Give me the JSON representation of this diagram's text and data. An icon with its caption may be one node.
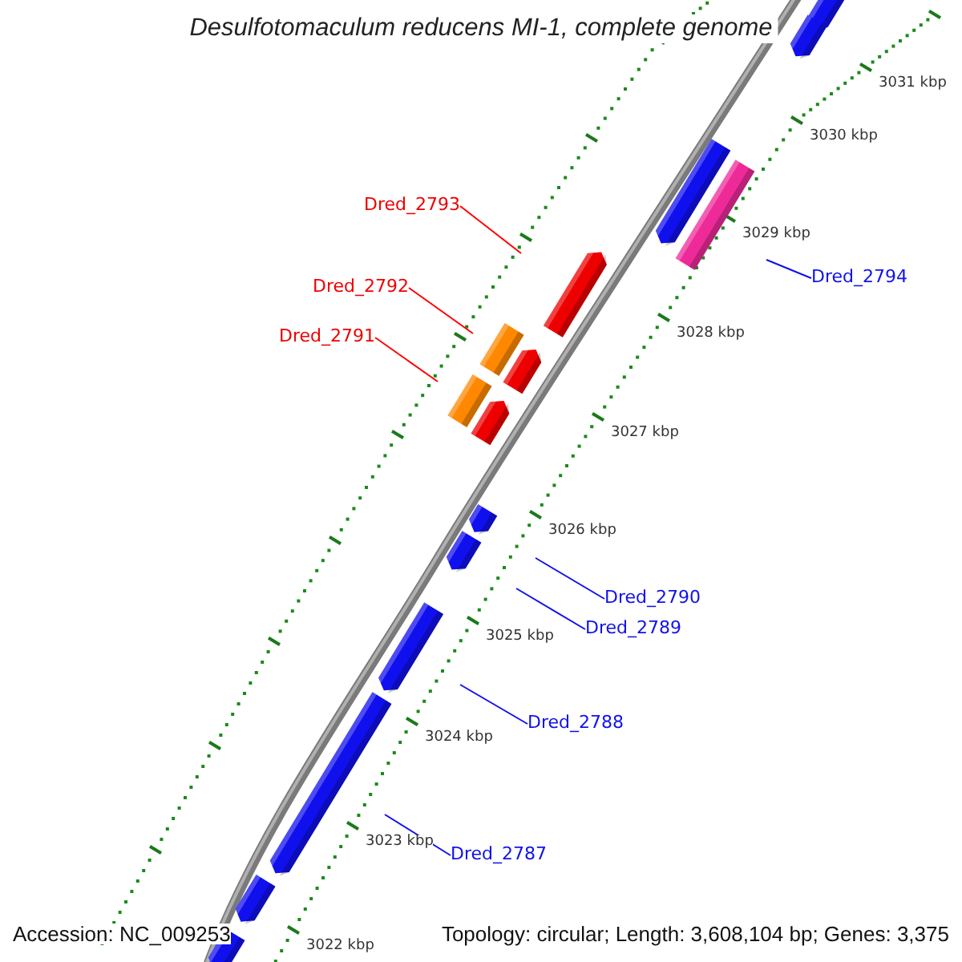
{
  "diagram": {
    "title": "Desulfotomaculum reducens MI-1, complete genome",
    "nodes": [
      {
        "text": [
          "Dred_2793"
        ]
      },
      {
        "text": [
          "Dred_2794"
        ]
      },
      {
        "text": [
          "Dred_2792"
        ]
      },
      {
        "text": [
          "Dred_2791"
        ]
      },
      {
        "text": [
          "Dred_2790"
        ]
      },
      {
        "text": [
          "Dred_2789"
        ]
      },
      {
        "text": [
          "Dred_2788"
        ]
      },
      {
        "text": [
          "Dred_2787"
        ]
      }
    ],
    "edges": [
      {
        "from": 0,
        "to": null,
        "arrow": "none",
        "color": "#ff0000"
      },
      {
        "from": 1,
        "to": null,
        "arrow": "none"
      },
      {
        "from": 2,
        "to": null,
        "arrow": "none",
        "color": "#ff0000"
      },
      {
        "from": 3,
        "to": null,
        "arrow": "none",
        "color": "#ff0000"
      },
      {
        "from": 4,
        "to": null,
        "arrow": "none"
      },
      {
        "from": 5,
        "to": null,
        "arrow": "none"
      },
      {
        "from": 6,
        "to": null,
        "arrow": "none"
      },
      {
        "from": 7,
        "to": null,
        "arrow": "none"
      }
    ],
    "labels": [
      "3031 kbp",
      "3030 kbp",
      "3029 kbp",
      "3028 kbp",
      "3027 kbp",
      "3026 kbp",
      "3025 kbp",
      "3024 kbp",
      "3023 kbp",
      "3022 kbp",
      "Accession: NC_009253",
      "Topology: circular; Length: 3,608,104 bp; Genes: 3,375"
    ]
  }
}
